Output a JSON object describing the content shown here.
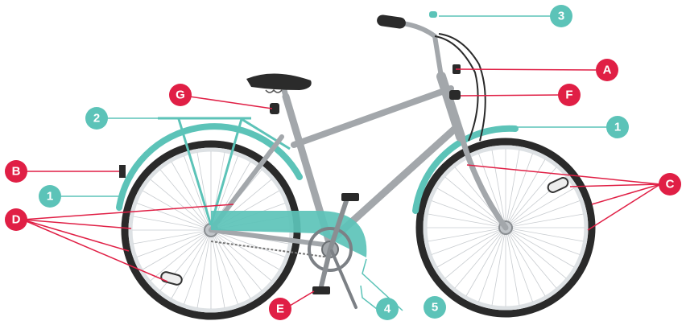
{
  "colors": {
    "teal": "#5cc3b8",
    "red": "#e01f45",
    "frame": "#a3a7ab",
    "tire": "#2a2a2a",
    "saddle": "#2b2b2b",
    "rim": "#dde1e4"
  },
  "numbered_callouts": [
    {
      "id": "1",
      "label": "1",
      "part": "front-fender"
    },
    {
      "id": "1",
      "label": "1",
      "part": "rear-fender"
    },
    {
      "id": "2",
      "label": "2",
      "part": "rear-rack"
    },
    {
      "id": "3",
      "label": "3",
      "part": "bell"
    },
    {
      "id": "4",
      "label": "4",
      "part": "kickstand"
    },
    {
      "id": "5",
      "label": "5",
      "part": "chain-guard"
    }
  ],
  "lettered_callouts": [
    {
      "id": "A",
      "label": "A",
      "part": "front-reflector"
    },
    {
      "id": "B",
      "label": "B",
      "part": "rear-reflector"
    },
    {
      "id": "C",
      "label": "C",
      "part": "front-wheel-reflectors"
    },
    {
      "id": "D",
      "label": "D",
      "part": "rear-wheel-reflectors"
    },
    {
      "id": "E",
      "label": "E",
      "part": "pedal-reflector"
    },
    {
      "id": "F",
      "label": "F",
      "part": "brake-lever-light"
    },
    {
      "id": "G",
      "label": "G",
      "part": "seat-post-reflector"
    }
  ]
}
